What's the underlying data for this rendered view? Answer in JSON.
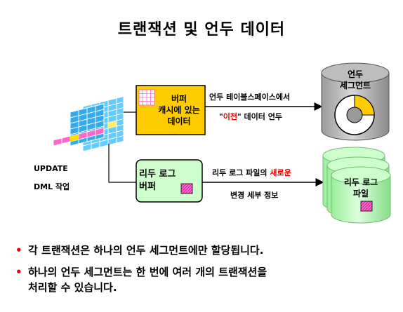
{
  "title": "트랜잭션 및 언두 데이터",
  "left_label": {
    "line1": "UPDATE",
    "line2": "DML 작업"
  },
  "buffer_cache": {
    "line1": "버퍼",
    "line2": "캐시에 있는",
    "line3": "데이터"
  },
  "redo_buffer": {
    "line1": "리두 로그",
    "line2": "버퍼"
  },
  "undo_segment": {
    "line1": "언두",
    "line2": "세그먼트"
  },
  "redo_file": {
    "line1": "리두 로그",
    "line2": "파일"
  },
  "arrow_top": {
    "line1": "언두 테이블스페이스에서",
    "quote_open": "\"",
    "highlight": "이전",
    "quote_close": "\"",
    "rest": " 데이터 언두"
  },
  "arrow_bottom": {
    "prefix": "리두 로그 파일의 ",
    "highlight": "새로운",
    "line2": "변경 세부 정보"
  },
  "bullets": [
    {
      "text": "각 트랜잭션은 하나의 언두 세그먼트에만 할당됩니다."
    },
    {
      "line1": "하나의 언두 세그먼트는 한 번에 여러 개의 트랜잭션을",
      "line2": "처리할 수 있습니다."
    }
  ],
  "colors": {
    "accent": "#e00000",
    "yellow": "#ffcc00",
    "green": "#ccffcc",
    "grid_blue": "#66ccff",
    "magenta": "#ff66cc"
  }
}
